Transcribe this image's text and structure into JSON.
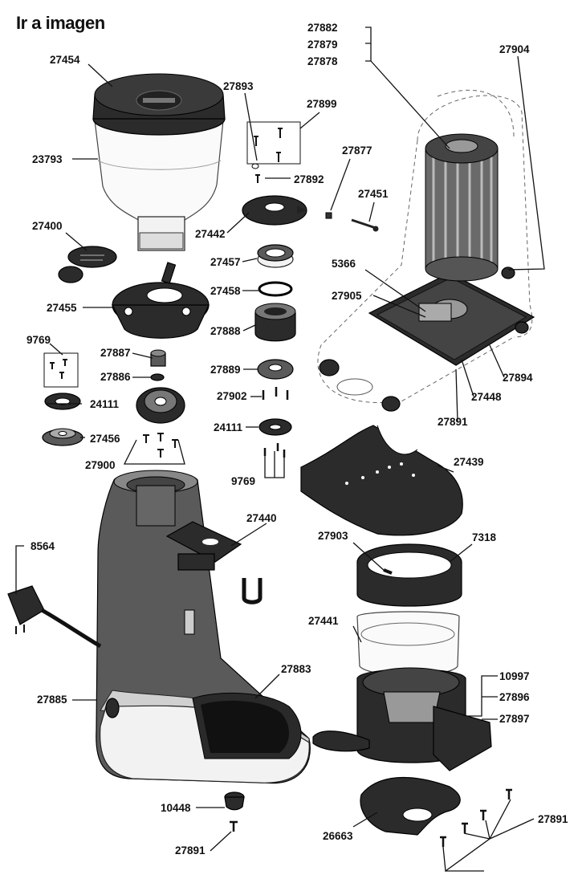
{
  "page": {
    "link_text": "Ir a imagen"
  },
  "labels": {
    "p27454": "27454",
    "p23793": "23793",
    "p27400": "27400",
    "p27455": "27455",
    "p9769a": "9769",
    "p27887": "27887",
    "p27886": "27886",
    "p24111a": "24111",
    "p27456": "27456",
    "p27900": "27900",
    "p27893": "27893",
    "p27899": "27899",
    "p27892": "27892",
    "p27442": "27442",
    "p27457": "27457",
    "p27458": "27458",
    "p27888": "27888",
    "p27889": "27889",
    "p27902": "27902",
    "p24111b": "24111",
    "p9769b": "9769",
    "p27877": "27877",
    "p27451": "27451",
    "p27882": "27882",
    "p27879": "27879",
    "p27878": "27878",
    "p27904": "27904",
    "p5366": "5366",
    "p27905": "27905",
    "p27894": "27894",
    "p27448": "27448",
    "p27891a": "27891",
    "p27439": "27439",
    "p27440": "27440",
    "p8564": "8564",
    "p27903": "27903",
    "p7318": "7318",
    "p27441": "27441",
    "p10997": "10997",
    "p27896": "27896",
    "p27897": "27897",
    "p27883": "27883",
    "p27885": "27885",
    "p10448": "10448",
    "p27891b": "27891",
    "p26663": "26663",
    "p27891c": "27891"
  }
}
